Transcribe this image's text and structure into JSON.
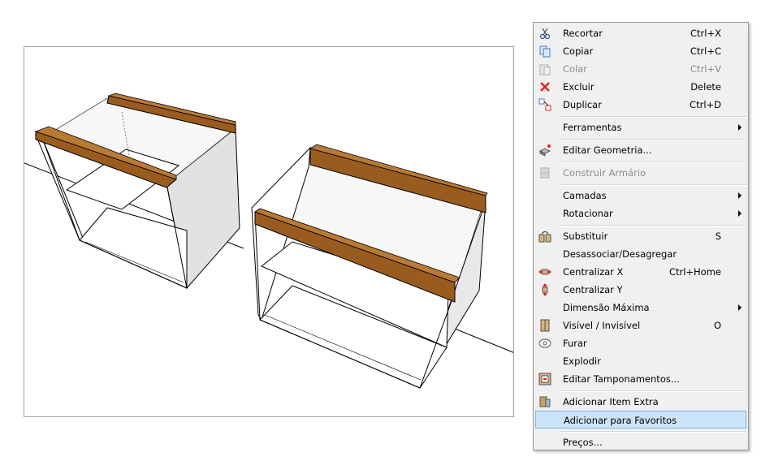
{
  "viewport": {
    "description_icon": "3d-model-view"
  },
  "context_menu": {
    "items": [
      {
        "label": "Recortar",
        "shortcut": "Ctrl+X",
        "icon": "scissors-icon",
        "enabled": true
      },
      {
        "label": "Copiar",
        "shortcut": "Ctrl+C",
        "icon": "copy-icon",
        "enabled": true
      },
      {
        "label": "Colar",
        "shortcut": "Ctrl+V",
        "icon": "paste-icon",
        "enabled": false
      },
      {
        "label": "Excluir",
        "shortcut": "Delete",
        "icon": "delete-x-icon",
        "enabled": true
      },
      {
        "label": "Duplicar",
        "shortcut": "Ctrl+D",
        "icon": "duplicate-icon",
        "enabled": true
      },
      {
        "label": "Ferramentas",
        "shortcut": "",
        "submenu": true,
        "enabled": true
      },
      {
        "label": "Editar Geometria...",
        "shortcut": "",
        "icon": "edit-geometry-icon",
        "enabled": true
      },
      {
        "label": "Construir Armário",
        "shortcut": "",
        "icon": "build-cabinet-icon",
        "enabled": false
      },
      {
        "label": "Camadas",
        "shortcut": "",
        "submenu": true,
        "enabled": true
      },
      {
        "label": "Rotacionar",
        "shortcut": "",
        "submenu": true,
        "enabled": true
      },
      {
        "label": "Substituir",
        "shortcut": "S",
        "icon": "replace-icon",
        "enabled": true
      },
      {
        "label": "Desassociar/Desagregar",
        "shortcut": "",
        "enabled": true
      },
      {
        "label": "Centralizar X",
        "shortcut": "Ctrl+Home",
        "icon": "center-x-icon",
        "enabled": true
      },
      {
        "label": "Centralizar Y",
        "shortcut": "",
        "icon": "center-y-icon",
        "enabled": true
      },
      {
        "label": "Dimensão Máxima",
        "shortcut": "",
        "submenu": true,
        "enabled": true
      },
      {
        "label": "Visível / Invisível",
        "shortcut": "O",
        "icon": "visibility-icon",
        "enabled": true
      },
      {
        "label": "Furar",
        "shortcut": "",
        "icon": "drill-icon",
        "enabled": true
      },
      {
        "label": "Explodir",
        "shortcut": "",
        "enabled": true
      },
      {
        "label": "Editar Tamponamentos...",
        "shortcut": "",
        "icon": "edit-panels-icon",
        "enabled": true
      },
      {
        "label": "Adicionar Item Extra",
        "shortcut": "",
        "icon": "add-extra-icon",
        "enabled": true
      },
      {
        "label": "Adicionar para Favoritos",
        "shortcut": "",
        "enabled": true,
        "highlighted": true
      },
      {
        "label": "Preços...",
        "shortcut": "",
        "enabled": true
      }
    ]
  },
  "colors": {
    "wood": "#9a5c1e",
    "highlight": "#cce4f7",
    "delete_red": "#e02020"
  }
}
